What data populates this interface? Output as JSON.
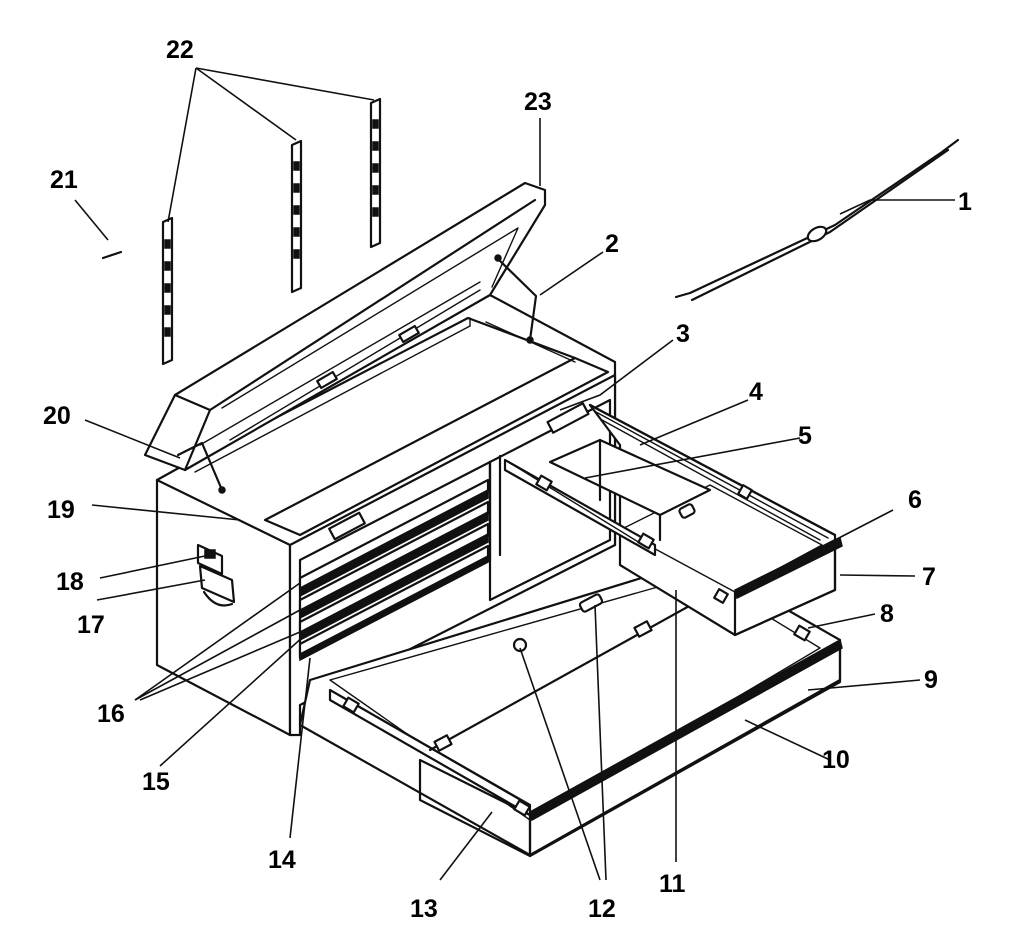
{
  "diagram": {
    "callouts": [
      {
        "id": "c1",
        "label": "1"
      },
      {
        "id": "c2",
        "label": "2"
      },
      {
        "id": "c3",
        "label": "3"
      },
      {
        "id": "c4",
        "label": "4"
      },
      {
        "id": "c5",
        "label": "5"
      },
      {
        "id": "c6",
        "label": "6"
      },
      {
        "id": "c7",
        "label": "7"
      },
      {
        "id": "c8",
        "label": "8"
      },
      {
        "id": "c9",
        "label": "9"
      },
      {
        "id": "c10",
        "label": "10"
      },
      {
        "id": "c11",
        "label": "11"
      },
      {
        "id": "c12",
        "label": "12"
      },
      {
        "id": "c13",
        "label": "13"
      },
      {
        "id": "c14",
        "label": "14"
      },
      {
        "id": "c15",
        "label": "15"
      },
      {
        "id": "c16",
        "label": "16"
      },
      {
        "id": "c17",
        "label": "17"
      },
      {
        "id": "c18",
        "label": "18"
      },
      {
        "id": "c19",
        "label": "19"
      },
      {
        "id": "c20",
        "label": "20"
      },
      {
        "id": "c21",
        "label": "21"
      },
      {
        "id": "c22",
        "label": "22"
      },
      {
        "id": "c23",
        "label": "23"
      }
    ]
  }
}
